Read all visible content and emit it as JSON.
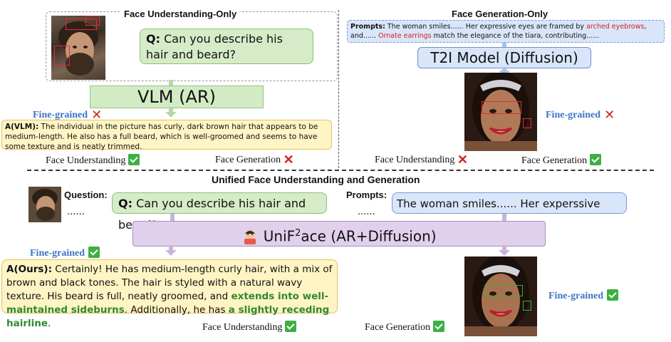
{
  "top_left": {
    "title": "Face Understanding-Only",
    "question_label": "Q:",
    "question_text": "Can you describe his hair and beard?",
    "model": "VLM (AR)",
    "fine_grained": "Fine-grained",
    "answer_label": "A(VLM):",
    "answer_text": "The individual in the picture has curly, dark brown hair that appears to be medium-length. He also has a full beard, which is well-groomed and seems to have some texture and is neatly trimmed.",
    "understanding_label": "Face Understanding",
    "generation_label": "Face Generation"
  },
  "top_right": {
    "title": "Face Generation-Only",
    "prompt_label": "Prompts:",
    "prompt_part1": "The woman smiles...... Her expressive eyes are framed by",
    "prompt_red1": "arched eyebrows",
    "prompt_part2": ", and......",
    "prompt_red2": "Ornate earrings",
    "prompt_part3": "match the elegance of the tiara, contributing......",
    "model": "T2I Model (Diffusion)",
    "fine_grained": "Fine-grained",
    "understanding_label": "Face Understanding",
    "generation_label": "Face Generation"
  },
  "bottom": {
    "title": "Unified Face Understanding and Generation",
    "question_label": "Question:",
    "dots": "......",
    "q_label": "Q:",
    "question_text": "Can you describe his hair and beard?",
    "prompts_label": "Prompts:",
    "prompt_text": "The woman smiles...... Her experssive eys......",
    "model_pre": "UniF",
    "model_sup": "2",
    "model_post": "ace (AR+Diffusion)",
    "fine_grained_left": "Fine-grained",
    "fine_grained_right": "Fine-grained",
    "answer_label": "A(Ours):",
    "answer_a": "Certainly! He has medium-length curly hair, with a mix of brown and black tones. The hair is styled with a natural wavy texture. His beard is full, neatly groomed, and",
    "answer_green1": "extends into well-maintained sideburns",
    "answer_b": ". Additionally, he has",
    "answer_green2": "a slightly receding hairline",
    "answer_c": ".",
    "understanding_label": "Face Understanding",
    "generation_label": "Face Generation"
  },
  "colors": {
    "green_box": "#d6ecc8",
    "blue_box": "#d9e6fa",
    "purple_box": "#e0d0ec",
    "yellow_box": "#fff4c4",
    "accent_blue": "#3d74c7",
    "red": "#d62020",
    "green_check": "#3cb043"
  }
}
